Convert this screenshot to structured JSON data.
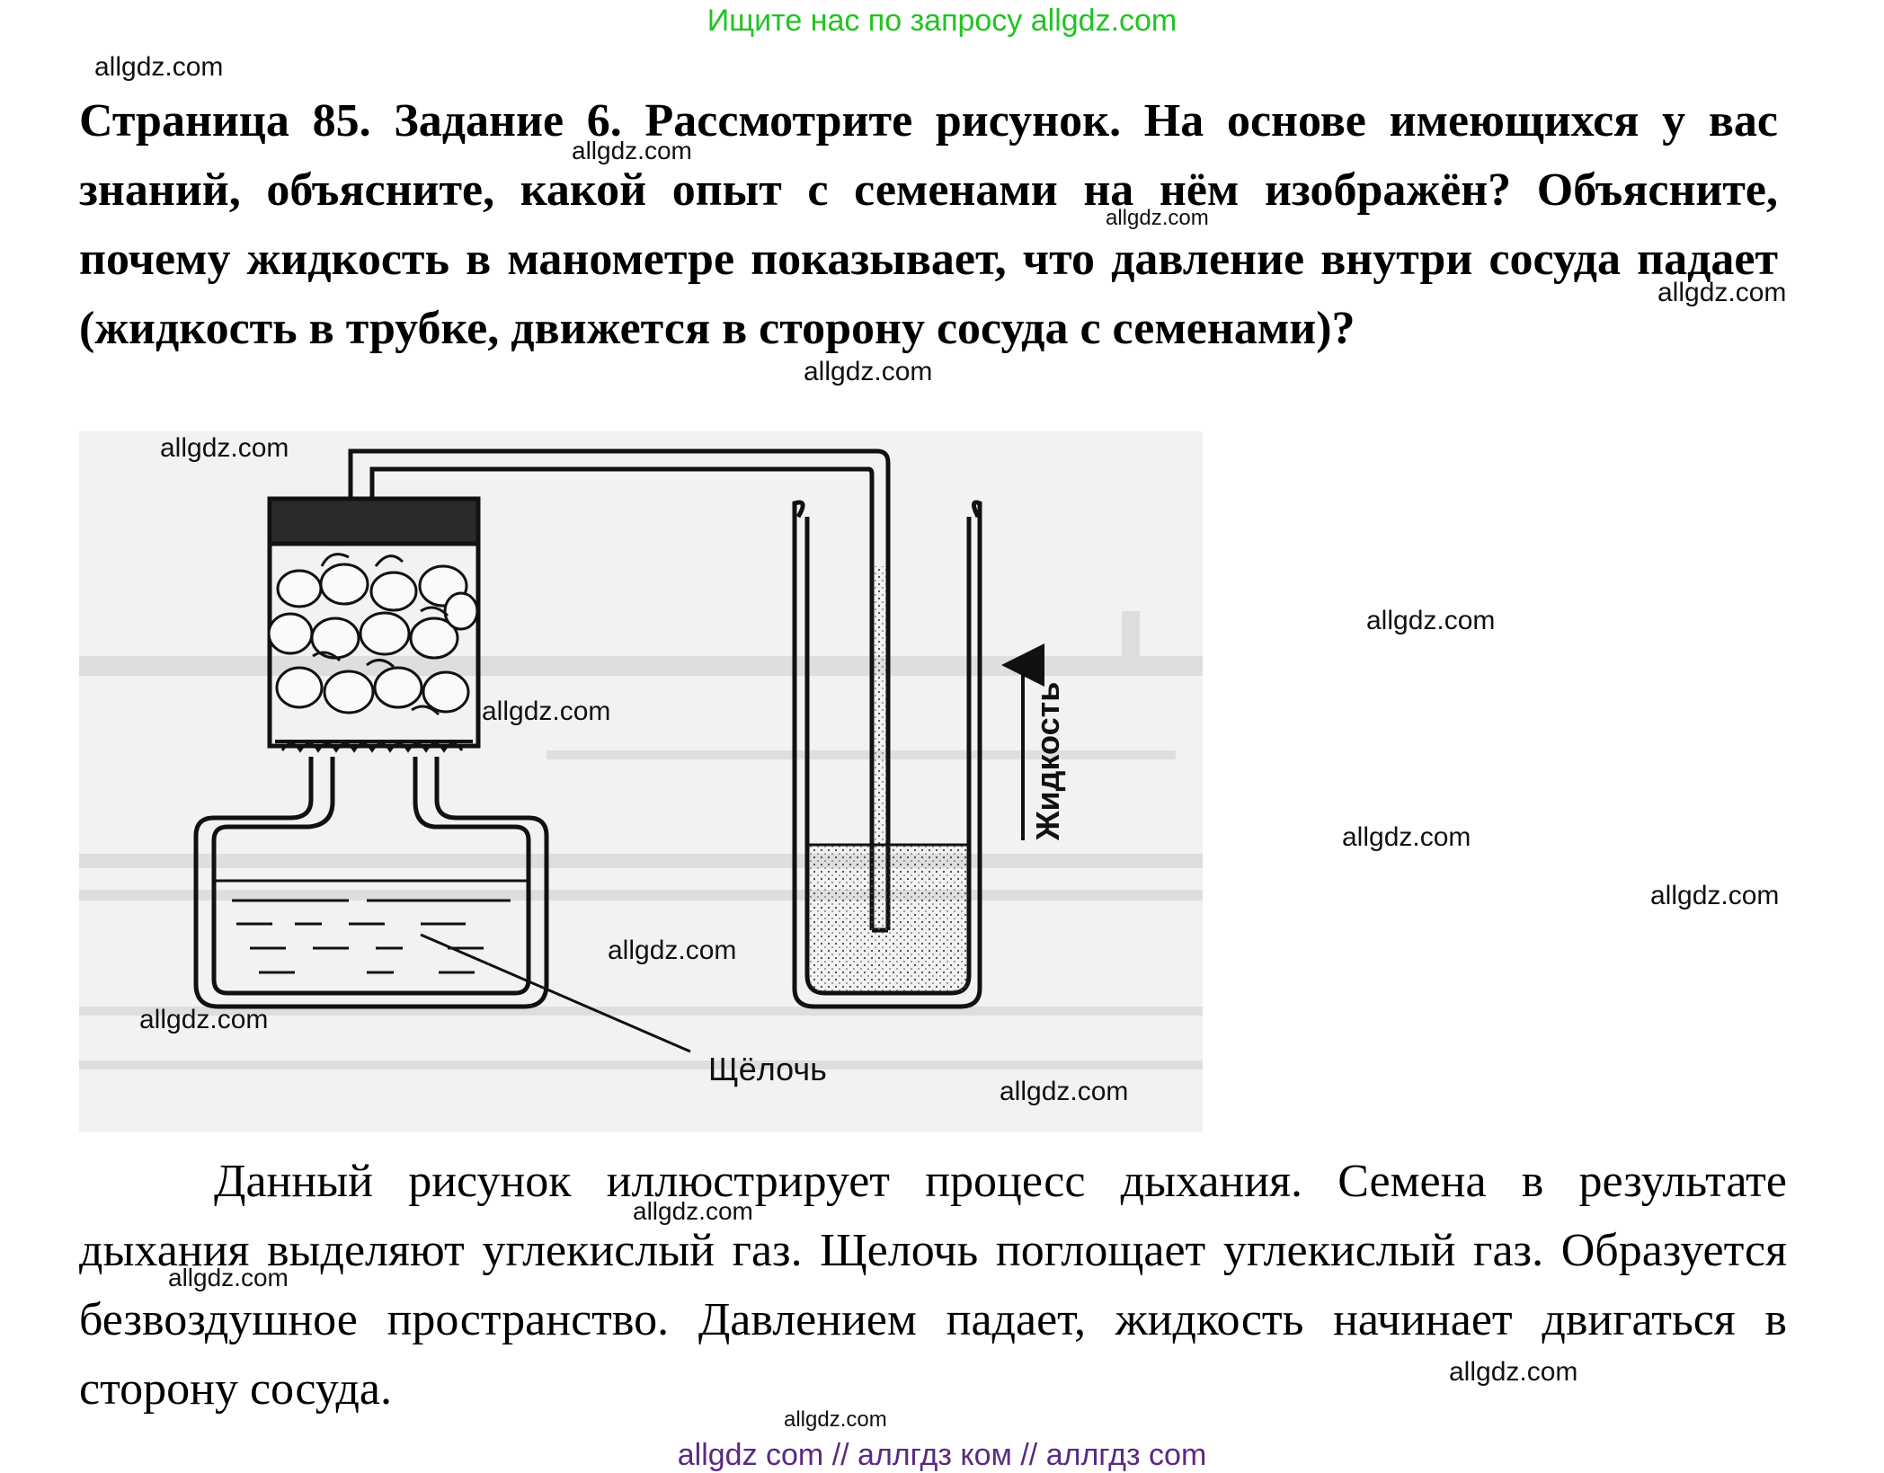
{
  "banner": "Ищите нас по запросу allgdz.com",
  "task_text": "Страница 85. Задание 6. Рассмотрите рисунок. На основе имеющихся у вас знаний, объясните, какой опыт с семенами на нём изображён? Объясните, почему жидкость в манометре показывает, что давление внутри сосуда падает (жидкость в трубке, движется в сторону сосуда с семенами)?",
  "figure": {
    "label_liquid": "Жидкость",
    "label_alkali": "Щёлочь"
  },
  "answer_text": "Данный рисунок иллюстрирует процесс дыхания. Семена в результате дыхания выделяют углекислый газ. Щелочь поглощает углекислый газ. Образуется безвоздушное пространство. Давлением падает, жидкость начинает двигаться в сторону сосуда.",
  "watermark": "allgdz.com",
  "footer": "allgdz com  //  аллгдз ком  //  аллгдз com"
}
